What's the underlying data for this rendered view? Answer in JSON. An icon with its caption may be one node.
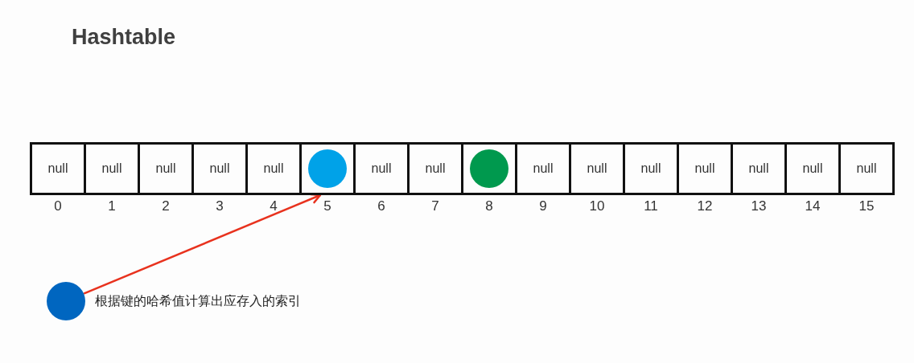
{
  "diagram": {
    "title": "Hashtable",
    "nodes": [
      {
        "text": [
          "null"
        ],
        "beside": [
          "0"
        ]
      },
      {
        "text": [
          "null"
        ],
        "beside": [
          "1"
        ]
      },
      {
        "text": [
          "null"
        ],
        "beside": [
          "2"
        ]
      },
      {
        "text": [
          "null"
        ],
        "beside": [
          "3"
        ]
      },
      {
        "text": [
          "null"
        ],
        "beside": [
          "4"
        ]
      },
      {
        "text": [],
        "shape": "box",
        "beside": [
          "5"
        ]
      },
      {
        "text": [],
        "shape": "circle",
        "in": 5
      },
      {
        "text": [
          "null"
        ],
        "beside": [
          "6"
        ]
      },
      {
        "text": [
          "null"
        ],
        "beside": [
          "7"
        ]
      },
      {
        "text": [],
        "shape": "box",
        "beside": [
          "8"
        ]
      },
      {
        "text": [],
        "shape": "circle",
        "in": 9
      },
      {
        "text": [
          "null"
        ],
        "beside": [
          "9"
        ]
      },
      {
        "text": [
          "null"
        ],
        "beside": [
          "10"
        ]
      },
      {
        "text": [
          "null"
        ],
        "beside": [
          "11"
        ]
      },
      {
        "text": [
          "null"
        ],
        "beside": [
          "12"
        ]
      },
      {
        "text": [
          "null"
        ],
        "beside": [
          "13"
        ]
      },
      {
        "text": [
          "null"
        ],
        "beside": [
          "14"
        ]
      },
      {
        "text": [
          "null"
        ],
        "beside": [
          "15"
        ]
      },
      {
        "text": [],
        "shape": "circle",
        "beside": [
          "根据键的哈希值计算出应存入的索引"
        ]
      }
    ],
    "edges": [
      {
        "from": 18,
        "to": 5,
        "arrow": "to",
        "color": "#e8321e"
      }
    ]
  }
}
